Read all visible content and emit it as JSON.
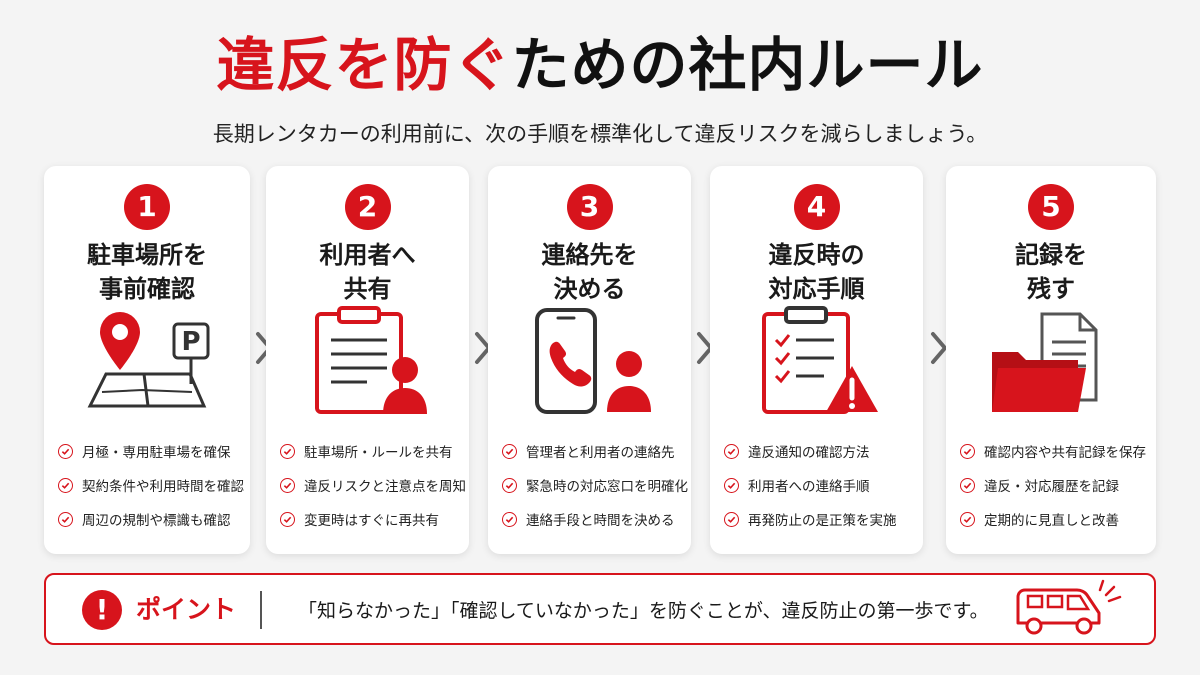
{
  "header": {
    "title_red": "違反を防ぐ",
    "title_dark": "ための社内ルール",
    "subtitle": "長期レンタカーの利用前に、次の手順を標準化して違反リスクを減らしましょう。"
  },
  "steps": [
    {
      "number": "1",
      "title_line1": "駐車場所を",
      "title_line2": "事前確認",
      "icon": "map-parking-icon",
      "points": [
        "月極・専用駐車場を確保",
        "契約条件や利用時間を確認",
        "周辺の規制や標識も確認"
      ]
    },
    {
      "number": "2",
      "title_line1": "利用者へ",
      "title_line2": "共有",
      "icon": "clipboard-user-icon",
      "points": [
        "駐車場所・ルールを共有",
        "違反リスクと注意点を周知",
        "変更時はすぐに再共有"
      ]
    },
    {
      "number": "3",
      "title_line1": "連絡先を",
      "title_line2": "決める",
      "icon": "phone-user-icon",
      "points": [
        "管理者と利用者の連絡先",
        "緊急時の対応窓口を明確化",
        "連絡手段と時間を決める"
      ]
    },
    {
      "number": "4",
      "title_line1": "違反時の",
      "title_line2": "対応手順",
      "icon": "checklist-warning-icon",
      "points": [
        "違反通知の確認方法",
        "利用者への連絡手順",
        "再発防止の是正策を実施"
      ]
    },
    {
      "number": "5",
      "title_line1": "記録を",
      "title_line2": "残す",
      "icon": "folder-document-icon",
      "points": [
        "確認内容や共有記録を保存",
        "違反・対応履歴を記録",
        "定期的に見直しと改善"
      ]
    }
  ],
  "point_bar": {
    "icon_glyph": "!",
    "label": "ポイント",
    "text": "「知らなかった」「確認していなかった」を防ぐことが、違反防止の第一歩です。",
    "icon": "delivery-truck-icon"
  },
  "colors": {
    "accent": "#d7141c",
    "dark": "#333333",
    "background": "#f4f4f4"
  }
}
